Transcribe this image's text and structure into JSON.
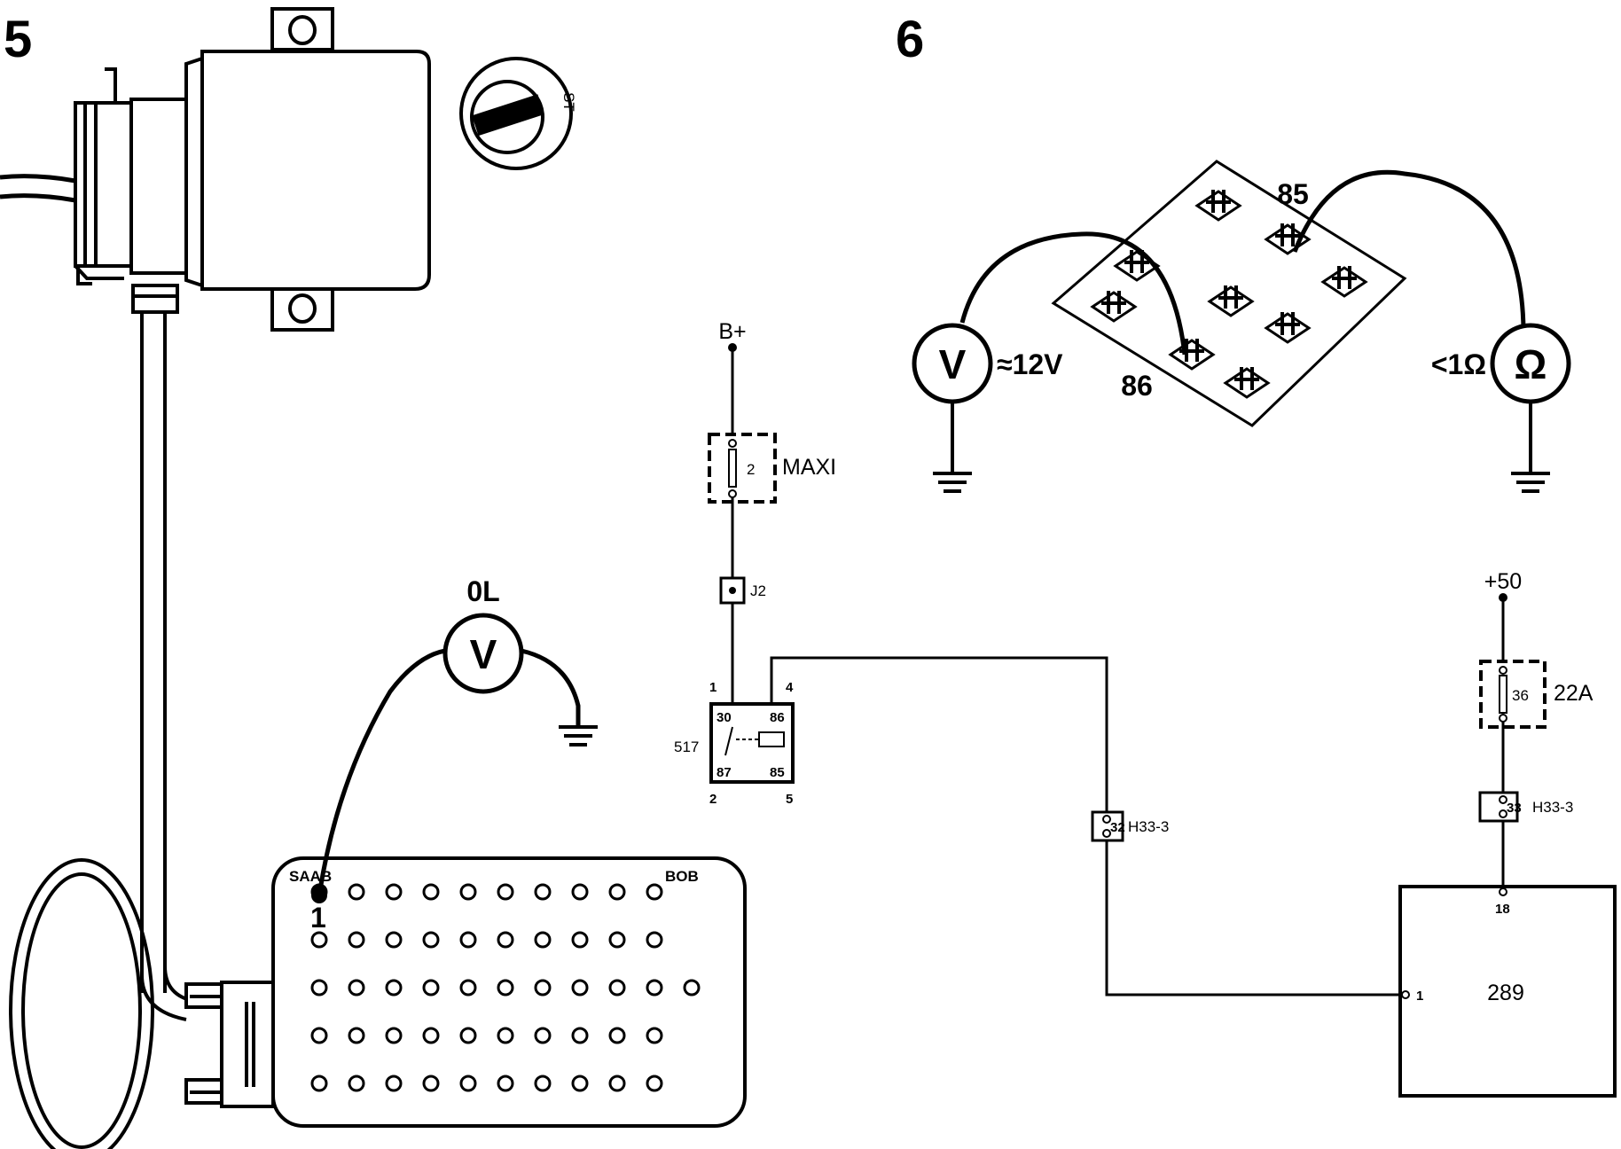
{
  "figures": {
    "fig5_number": "5",
    "fig6_number": "6"
  },
  "ignition": {
    "lock_label": "ST"
  },
  "breakout_box": {
    "brand_label": "SAAB",
    "name_label": "BOB",
    "pin_label": "1"
  },
  "meter5": {
    "reading": "0L",
    "symbol": "V"
  },
  "schematic": {
    "supply_label": "B+",
    "fuse_maxi_number": "2",
    "fuse_maxi_label": "MAXI",
    "junction_label": "J2",
    "relay_number": "517",
    "relay_pins": {
      "p1": "1",
      "p2": "2",
      "p4": "4",
      "p5": "5",
      "t30": "30",
      "t86": "86",
      "t87": "87",
      "t85": "85"
    },
    "connector_left_pin": "32",
    "connector_left_label": "H33-3",
    "start_label": "+50",
    "fuse_36_number": "36",
    "fuse_36_label": "22A",
    "connector_right_pin": "33",
    "connector_right_label": "H33-3",
    "module_number": "289",
    "module_pin_top": "18",
    "module_pin_left": "1"
  },
  "relay_socket": {
    "label_85": "85",
    "label_86": "86",
    "voltmeter_symbol": "V",
    "voltmeter_reading": "≈12V",
    "ohmmeter_symbol": "Ω",
    "ohmmeter_reading": "<1Ω"
  }
}
